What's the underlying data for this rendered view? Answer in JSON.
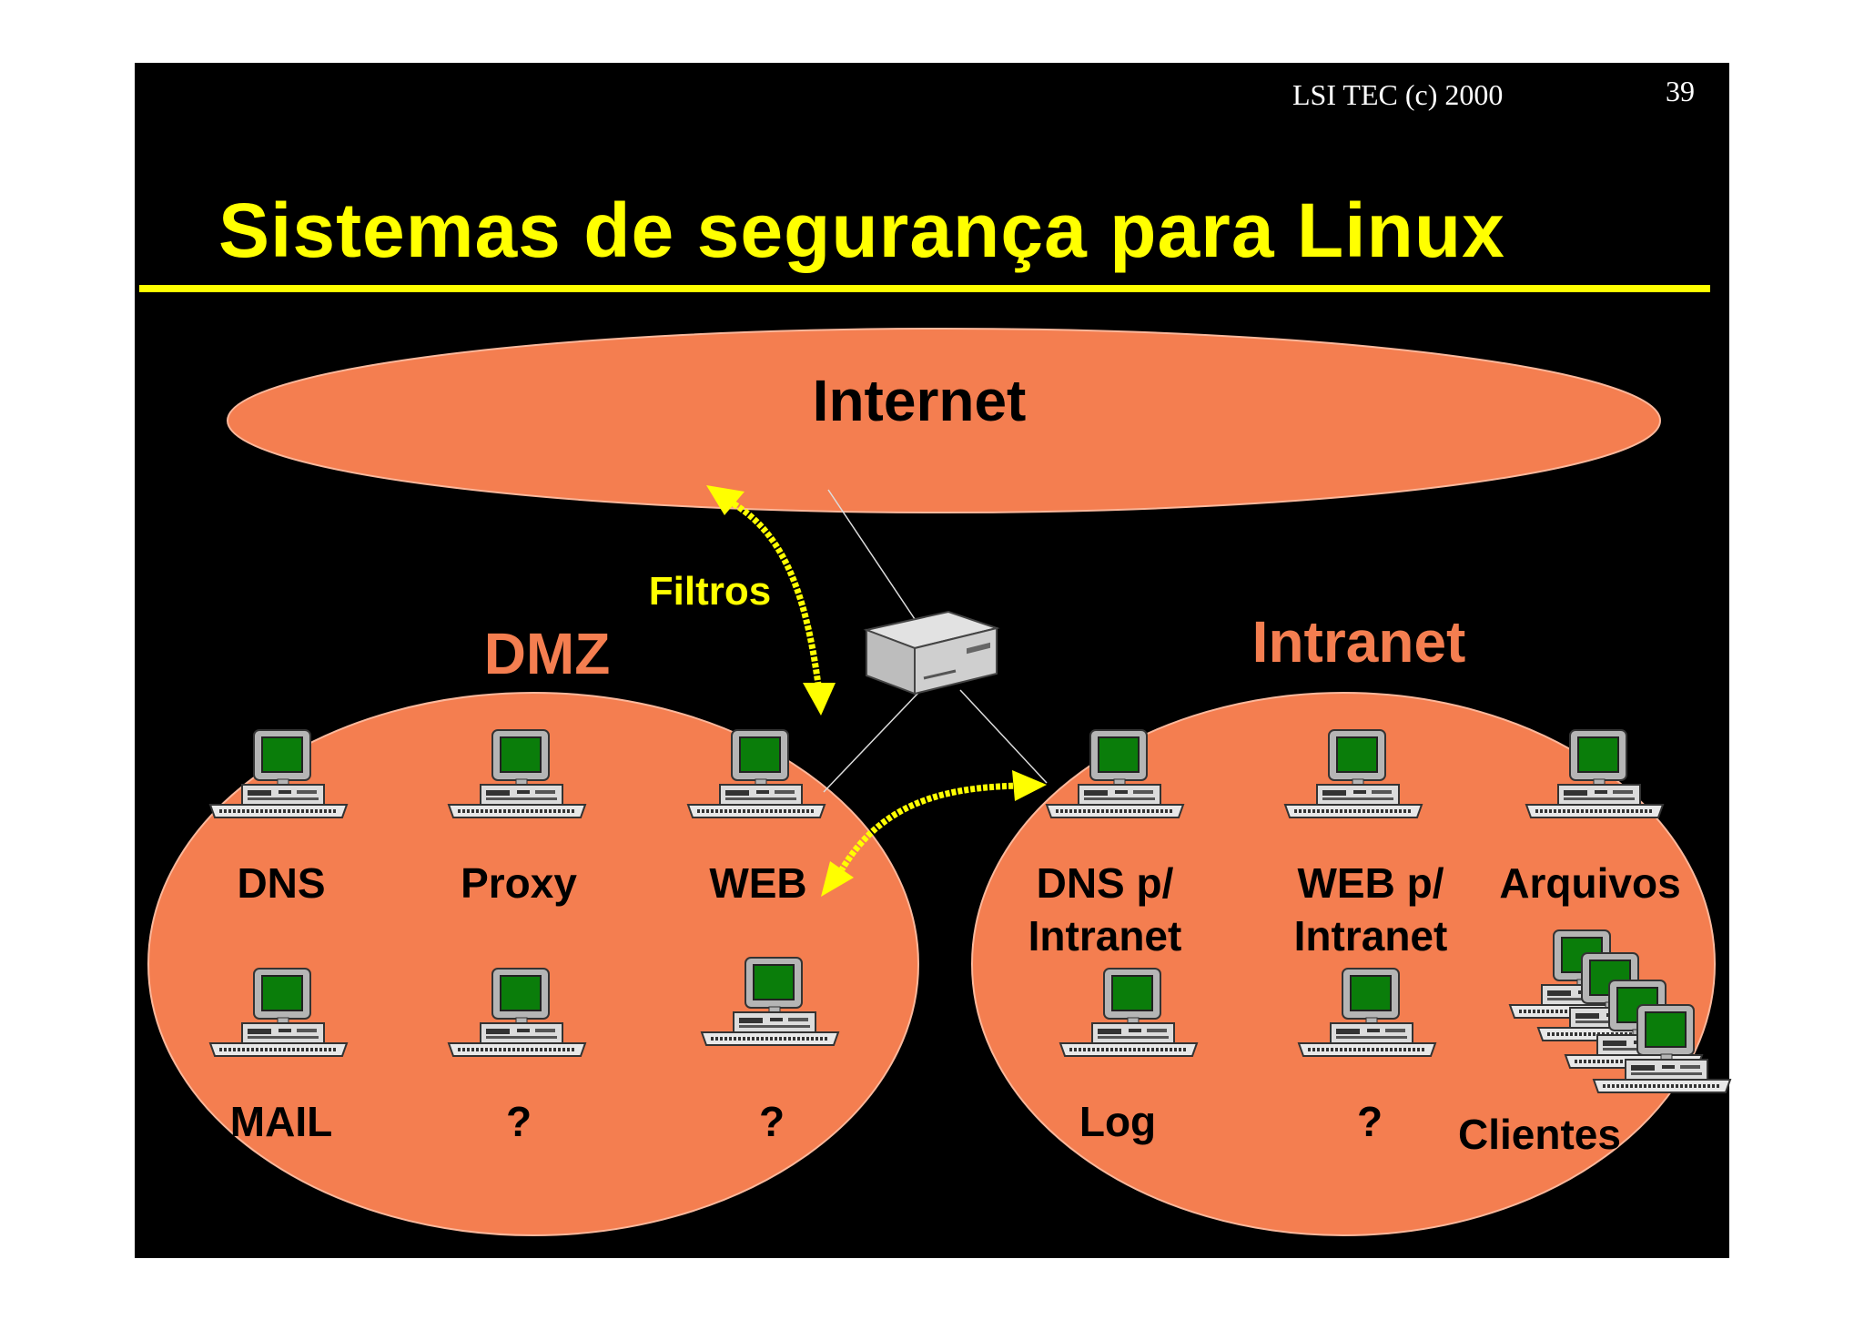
{
  "slide": {
    "header_left": "LSI TEC (c) 2000",
    "page_number": "39",
    "title": "Sistemas de segurança para Linux"
  },
  "colors": {
    "background": "#000000",
    "zone_fill": "#f47e50",
    "title_color": "#ffff00",
    "arrow_color": "#ffff00",
    "screen_green": "#0a7d0a"
  },
  "diagram": {
    "internet_label": "Internet",
    "filtros_label": "Filtros",
    "dmz_label": "DMZ",
    "intranet_label": "Intranet",
    "dmz_hosts": [
      "DNS",
      "Proxy",
      "WEB",
      "MAIL",
      "?",
      "?"
    ],
    "intranet_hosts": [
      "DNS p/",
      "Intranet",
      "WEB p/",
      "Intranet",
      "Arquivos",
      "Log",
      "?",
      "Clientes"
    ]
  }
}
